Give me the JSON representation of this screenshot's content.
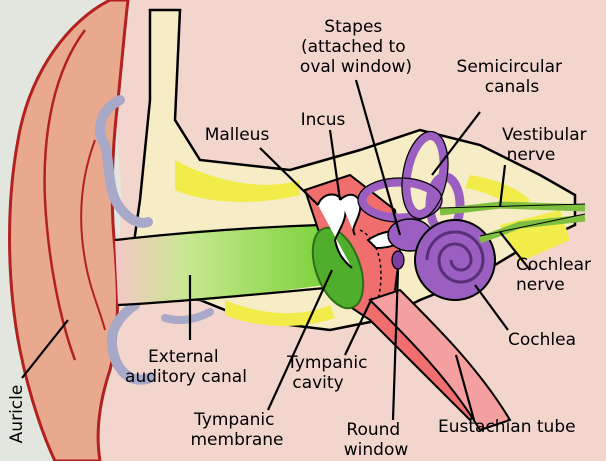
{
  "labels": {
    "stapes": [
      "Stapes",
      "(attached to",
      "oval window)"
    ],
    "semicircular": [
      "Semicircular",
      "canals"
    ],
    "incus": "Incus",
    "malleus": "Malleus",
    "vestibular": [
      "Vestibular",
      "nerve"
    ],
    "cochlear_nerve": [
      "Cochlear",
      "nerve"
    ],
    "cochlea": "Cochlea",
    "external_canal": [
      "External",
      "auditory canal"
    ],
    "tympanic_cavity": [
      "Tympanic",
      "cavity"
    ],
    "tympanic_membrane": [
      "Tympanic",
      "membrane"
    ],
    "round_window": [
      "Round",
      "window"
    ],
    "eustachian": "Eustachian tube",
    "auricle": "Auricle"
  },
  "colors": {
    "background": "#e3e6df",
    "skin": "#f2d6ce",
    "ear": "#e8a98f",
    "bone": "#f6ecc6",
    "yellow": "#f2ec4a",
    "canal_pink": "#f6c7c7",
    "canal_green": "#7cd23c",
    "membrane": "#4fae2c",
    "middle_red": "#f06e6e",
    "inner_purple": "#9a5fc0",
    "nerve_green": "#7fbf3f",
    "cartilage": "#a8a8c8",
    "outline": "#000000"
  }
}
